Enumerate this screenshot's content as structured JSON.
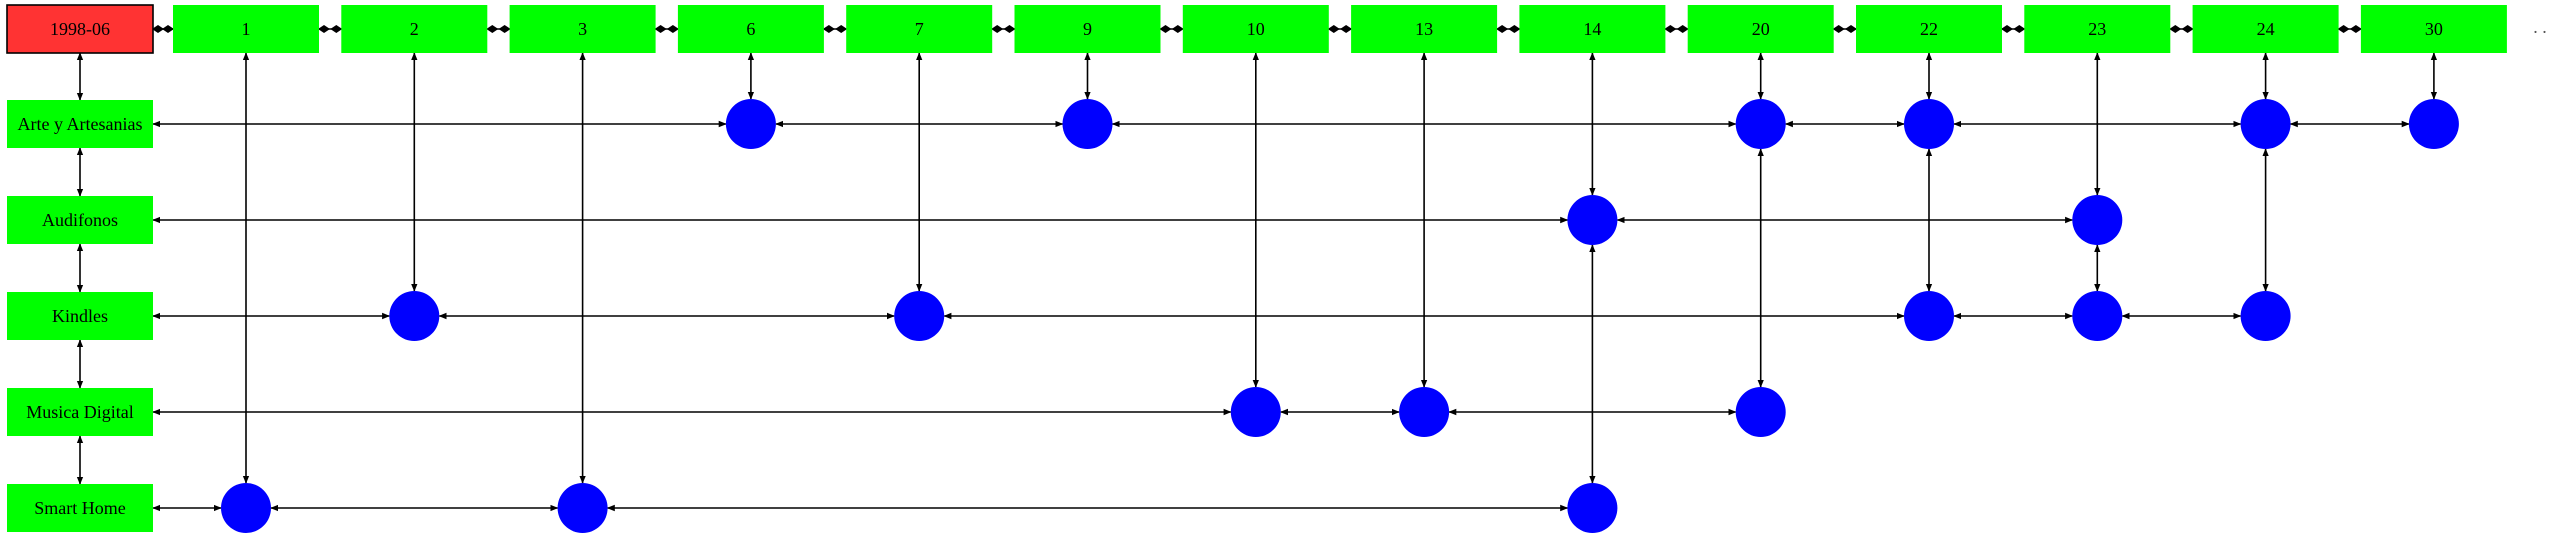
{
  "header_node": {
    "label": "1998-06",
    "color": "#ff3333"
  },
  "colors": {
    "box": "#00ff00",
    "circle": "#0000ff",
    "edge": "#000000"
  },
  "columns": [
    "1",
    "2",
    "3",
    "6",
    "7",
    "9",
    "10",
    "13",
    "14",
    "20",
    "22",
    "23",
    "24",
    "30"
  ],
  "rows": [
    "Arte y Artesanias",
    "Audifonos",
    "Kindles",
    "Musica Digital",
    "Smart Home"
  ],
  "ellipsis": ". .",
  "cells": [
    {
      "row": "Arte y Artesanias",
      "col": "6"
    },
    {
      "row": "Arte y Artesanias",
      "col": "9"
    },
    {
      "row": "Arte y Artesanias",
      "col": "20"
    },
    {
      "row": "Arte y Artesanias",
      "col": "22"
    },
    {
      "row": "Arte y Artesanias",
      "col": "24"
    },
    {
      "row": "Arte y Artesanias",
      "col": "30"
    },
    {
      "row": "Audifonos",
      "col": "14"
    },
    {
      "row": "Audifonos",
      "col": "23"
    },
    {
      "row": "Kindles",
      "col": "2"
    },
    {
      "row": "Kindles",
      "col": "7"
    },
    {
      "row": "Kindles",
      "col": "22"
    },
    {
      "row": "Kindles",
      "col": "23"
    },
    {
      "row": "Kindles",
      "col": "24"
    },
    {
      "row": "Musica Digital",
      "col": "10"
    },
    {
      "row": "Musica Digital",
      "col": "13"
    },
    {
      "row": "Musica Digital",
      "col": "20"
    },
    {
      "row": "Smart Home",
      "col": "1"
    },
    {
      "row": "Smart Home",
      "col": "3"
    },
    {
      "row": "Smart Home",
      "col": "14"
    }
  ]
}
